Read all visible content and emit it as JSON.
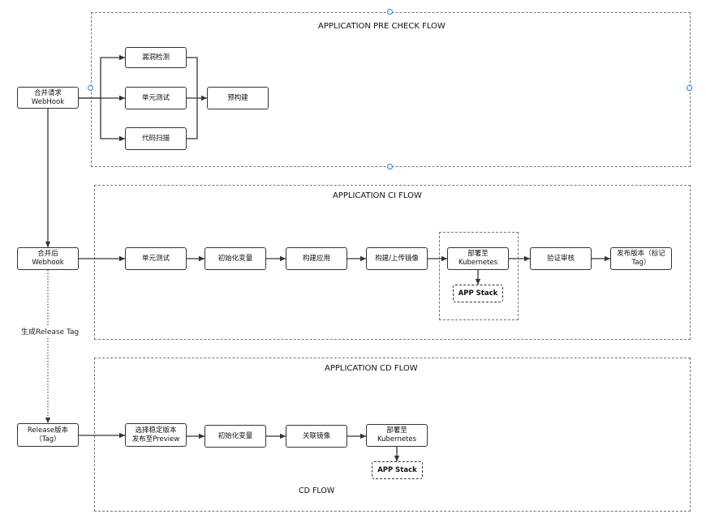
{
  "frames": {
    "precheck": {
      "title": "APPLICATION PRE CHECK FLOW"
    },
    "ci": {
      "title": "APPLICATION CI FLOW"
    },
    "deploy_ci": {
      "title": ""
    },
    "cd": {
      "title": "APPLICATION CD FLOW"
    }
  },
  "nodes": {
    "merge_request": "合并请求\nWebHook",
    "vuln_scan": "漏洞检测",
    "unit_test_pre": "单元测试",
    "code_scan": "代码扫描",
    "prebuild": "预构建",
    "merged": "合并后\nWebhook",
    "unit_test_ci": "单元测试",
    "init_vars_ci": "初始化变量",
    "build_app": "构建应用",
    "build_push_image": "构建/上传镜像",
    "deploy_k8s_ci": "部署至\nKubernetes",
    "app_stack_ci": "APP Stack",
    "verify_review": "验证审核",
    "publish_version": "发布版本（标记\nTag）",
    "release_version": "Release版本\n（Tag）",
    "select_stable": "选择稳定版本\n发布至Preview",
    "init_vars_cd": "初始化变量",
    "link_image": "关联镜像",
    "deploy_k8s_cd": "部署至\nKubernetes",
    "app_stack_cd": "APP Stack"
  },
  "labels": {
    "gen_release_tag": "生成Release Tag",
    "cd_flow": "CD FLOW"
  },
  "colors": {
    "stroke": "#333333",
    "frame": "#777777",
    "handle": "#2b7bd1"
  }
}
